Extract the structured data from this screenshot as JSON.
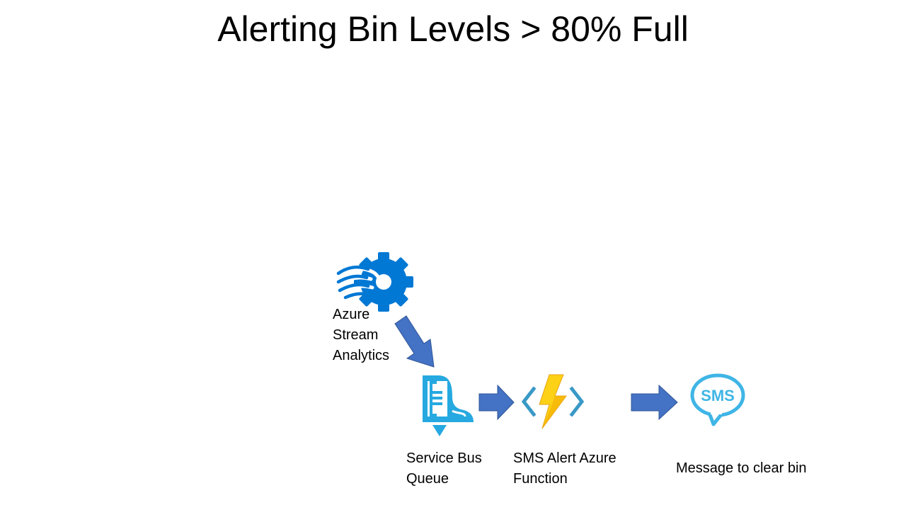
{
  "title": "Alerting Bin Levels > 80% Full",
  "colors": {
    "arrow": "#4472C4",
    "azure_blue": "#0078D4",
    "service_bus": "#26A9E0",
    "bolt": "#FCD116",
    "sms": "#3FB5E6"
  },
  "nodes": {
    "stream_analytics": {
      "icon": "stream-analytics-gear-icon",
      "label_lines": [
        "Azure",
        "Stream",
        "Analytics"
      ]
    },
    "service_bus": {
      "icon": "service-bus-queue-icon",
      "label_lines": [
        "Service Bus",
        "Queue"
      ]
    },
    "function": {
      "icon": "azure-function-icon",
      "label_lines": [
        "SMS Alert Azure",
        "Function"
      ]
    },
    "sms": {
      "icon": "sms-bubble-icon",
      "icon_text": "SMS",
      "label_lines": [
        "Message to clear bin"
      ]
    }
  }
}
